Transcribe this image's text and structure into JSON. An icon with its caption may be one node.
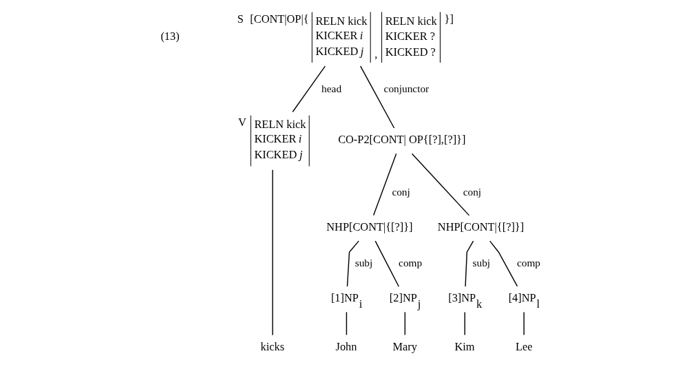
{
  "diagram": {
    "nodes": [
      {
        "text": [
          "S",
          "[CONT|OP|{",
          "RELN kick",
          "KICKER *i*",
          "KICKED *j*",
          ",",
          "RELN kick",
          "KICKER ?",
          "KICKED ?",
          "}]"
        ]
      },
      {
        "text": [
          "V",
          "RELN kick",
          "KICKER *i*",
          "KICKED *j*"
        ]
      },
      {
        "text": [
          "CO-P2[CONT| OP{[?],[?]}]"
        ]
      },
      {
        "text": [
          "NHP[CONT|{[?]}]"
        ]
      },
      {
        "text": [
          "NHP[CONT|{[?]}]"
        ]
      },
      {
        "text": [
          "[1]NP$_{i}$"
        ]
      },
      {
        "text": [
          "[2]NP$_{j}$"
        ]
      },
      {
        "text": [
          "[3]NP$_{k}$"
        ]
      },
      {
        "text": [
          "[4]NP$_{l}$"
        ]
      },
      {
        "text": [
          "kicks"
        ]
      },
      {
        "text": [
          "John"
        ]
      },
      {
        "text": [
          "Mary"
        ]
      },
      {
        "text": [
          "Kim"
        ]
      },
      {
        "text": [
          "Lee"
        ]
      }
    ],
    "edges": [
      {
        "from": 0,
        "to": 1,
        "arrow": "none",
        "label": "head"
      },
      {
        "from": 0,
        "to": 2,
        "arrow": "none",
        "label": "conjunctor"
      },
      {
        "from": 2,
        "to": 3,
        "arrow": "none",
        "label": "conj"
      },
      {
        "from": 2,
        "to": 4,
        "arrow": "none",
        "label": "conj"
      },
      {
        "from": 3,
        "to": 5,
        "arrow": "none",
        "label": "subj"
      },
      {
        "from": 3,
        "to": 6,
        "arrow": "none",
        "label": "comp"
      },
      {
        "from": 4,
        "to": 7,
        "arrow": "none",
        "label": "subj"
      },
      {
        "from": 4,
        "to": 8,
        "arrow": "none",
        "label": "comp"
      },
      {
        "from": 1,
        "to": 9,
        "arrow": "none"
      },
      {
        "from": 5,
        "to": 10,
        "arrow": "none"
      },
      {
        "from": 6,
        "to": 11,
        "arrow": "none"
      },
      {
        "from": 7,
        "to": 12,
        "arrow": "none"
      },
      {
        "from": 8,
        "to": 13,
        "arrow": "none"
      }
    ],
    "labels": [
      "(13)"
    ]
  }
}
